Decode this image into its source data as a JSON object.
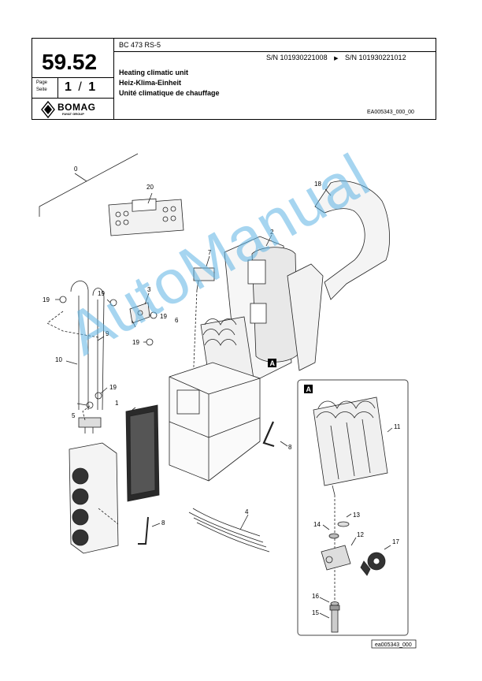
{
  "header": {
    "model": "BC 473 RS-5",
    "serial_range": {
      "from": "S/N 101930221008",
      "arrow": "▶",
      "to": "S/N 101930221012"
    },
    "group_number": "59.52",
    "page_label": "Page",
    "seite_label": "Seite",
    "page_value": "1",
    "page_sep": "/",
    "page_total": "1",
    "titles": [
      "Heating climatic unit",
      "Heiz-Klima-Einheit",
      "Unité climatique de chauffage"
    ],
    "doc_code": "EA005343_000_00",
    "logo": {
      "brand": "BOMAG",
      "sub": "FAYAT GROUP"
    }
  },
  "diagram": {
    "callouts": [
      "0",
      "20",
      "18",
      "2",
      "7",
      "3",
      "19",
      "19",
      "19",
      "6",
      "9",
      "10",
      "19",
      "19",
      "5",
      "1",
      "8",
      "8",
      "4",
      "11",
      "13",
      "14",
      "12",
      "17",
      "16",
      "15"
    ],
    "detail_label": "A",
    "detail_ref": "A",
    "drawing_code": "ea005343_000"
  },
  "watermark": "AutoManual"
}
